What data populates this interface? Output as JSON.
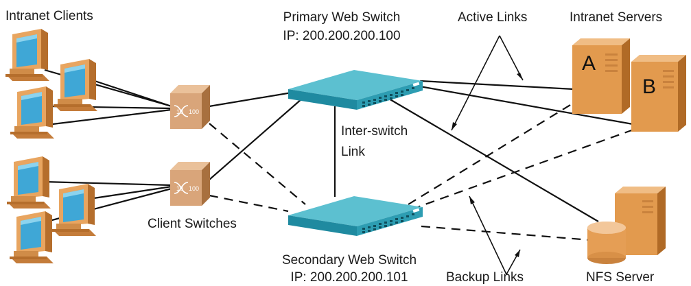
{
  "labels": {
    "intranet_clients": "Intranet Clients",
    "primary_switch": "Primary Web Switch",
    "primary_ip": "IP: 200.200.200.100",
    "active_links": "Active Links",
    "intranet_servers": "Intranet Servers",
    "inter_switch_line1": "Inter-switch",
    "inter_switch_line2": "Link",
    "client_switches": "Client Switches",
    "secondary_switch": "Secondary Web Switch",
    "secondary_ip": "IP: 200.200.200.101",
    "backup_links": "Backup Links",
    "nfs_server": "NFS Server"
  },
  "servers": {
    "a_letter": "A",
    "b_letter": "B"
  },
  "client_switch_marks": {
    "left": "10",
    "right": "100"
  },
  "colors": {
    "computer_body": "#E8A560",
    "computer_dark": "#B56E2C",
    "screen": "#3FA7D6",
    "switch_top": "#4DB6C7",
    "switch_side": "#1F8AA0",
    "client_switch": "#D9A57A",
    "server": "#E29A4E",
    "line": "#111111"
  }
}
